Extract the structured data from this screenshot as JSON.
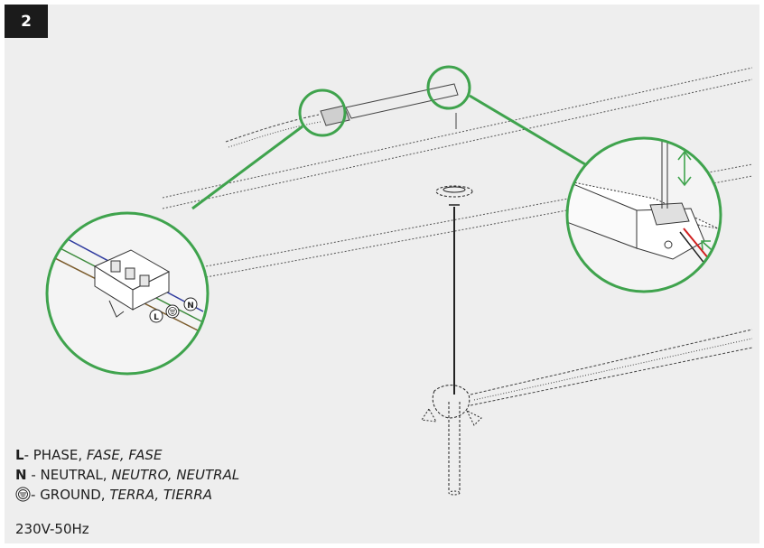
{
  "step": {
    "number": "2"
  },
  "diagram": {
    "connector_labels": {
      "phase": "L",
      "ground": "⏚",
      "neutral": "N"
    },
    "colors": {
      "callout_green": "#3fa34d",
      "wire_blue": "#2e3a9e",
      "wire_brown": "#7a5a2a",
      "wire_green": "#3c8a3c",
      "wire_red": "#d02020",
      "line_dark": "#333333"
    },
    "icons": [
      "callout-circle",
      "terminal-block",
      "ground-symbol",
      "up-down-arrow",
      "insert-arrow"
    ]
  },
  "legend": {
    "phase": {
      "letter": "L",
      "separator": "- ",
      "text": "PHASE, ",
      "italic": "FASE, FASE"
    },
    "neutral": {
      "letter": "N",
      "separator": " - ",
      "text": "NEUTRAL, ",
      "italic": "NEUTRO, NEUTRAL"
    },
    "ground": {
      "separator": "- ",
      "text": "GROUND, ",
      "italic": "TERRA, TIERRA"
    }
  },
  "voltage": "230V-50Hz"
}
